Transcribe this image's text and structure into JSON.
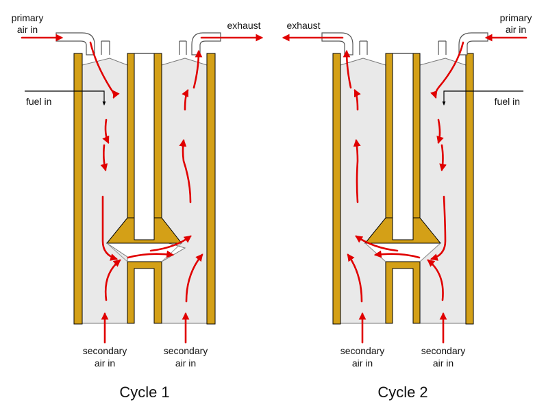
{
  "colors": {
    "wall": "#D4A017",
    "wall_stroke": "#000000",
    "chamber": "#E9E9E9",
    "flow_arrow": "#E00000",
    "pipe": "#FFFFFF",
    "pipe_stroke": "#555555"
  },
  "cycle1": {
    "caption": "Cycle 1",
    "primary_air_label": [
      "primary",
      "air in"
    ],
    "exhaust_label": "exhaust",
    "fuel_label": "fuel in",
    "secondary_left_label": [
      "secondary",
      "air in"
    ],
    "secondary_right_label": [
      "secondary",
      "air in"
    ]
  },
  "cycle2": {
    "caption": "Cycle 2",
    "primary_air_label": [
      "primary",
      "air in"
    ],
    "exhaust_label": "exhaust",
    "fuel_label": "fuel in",
    "secondary_left_label": [
      "secondary",
      "air in"
    ],
    "secondary_right_label": [
      "secondary",
      "air in"
    ]
  }
}
